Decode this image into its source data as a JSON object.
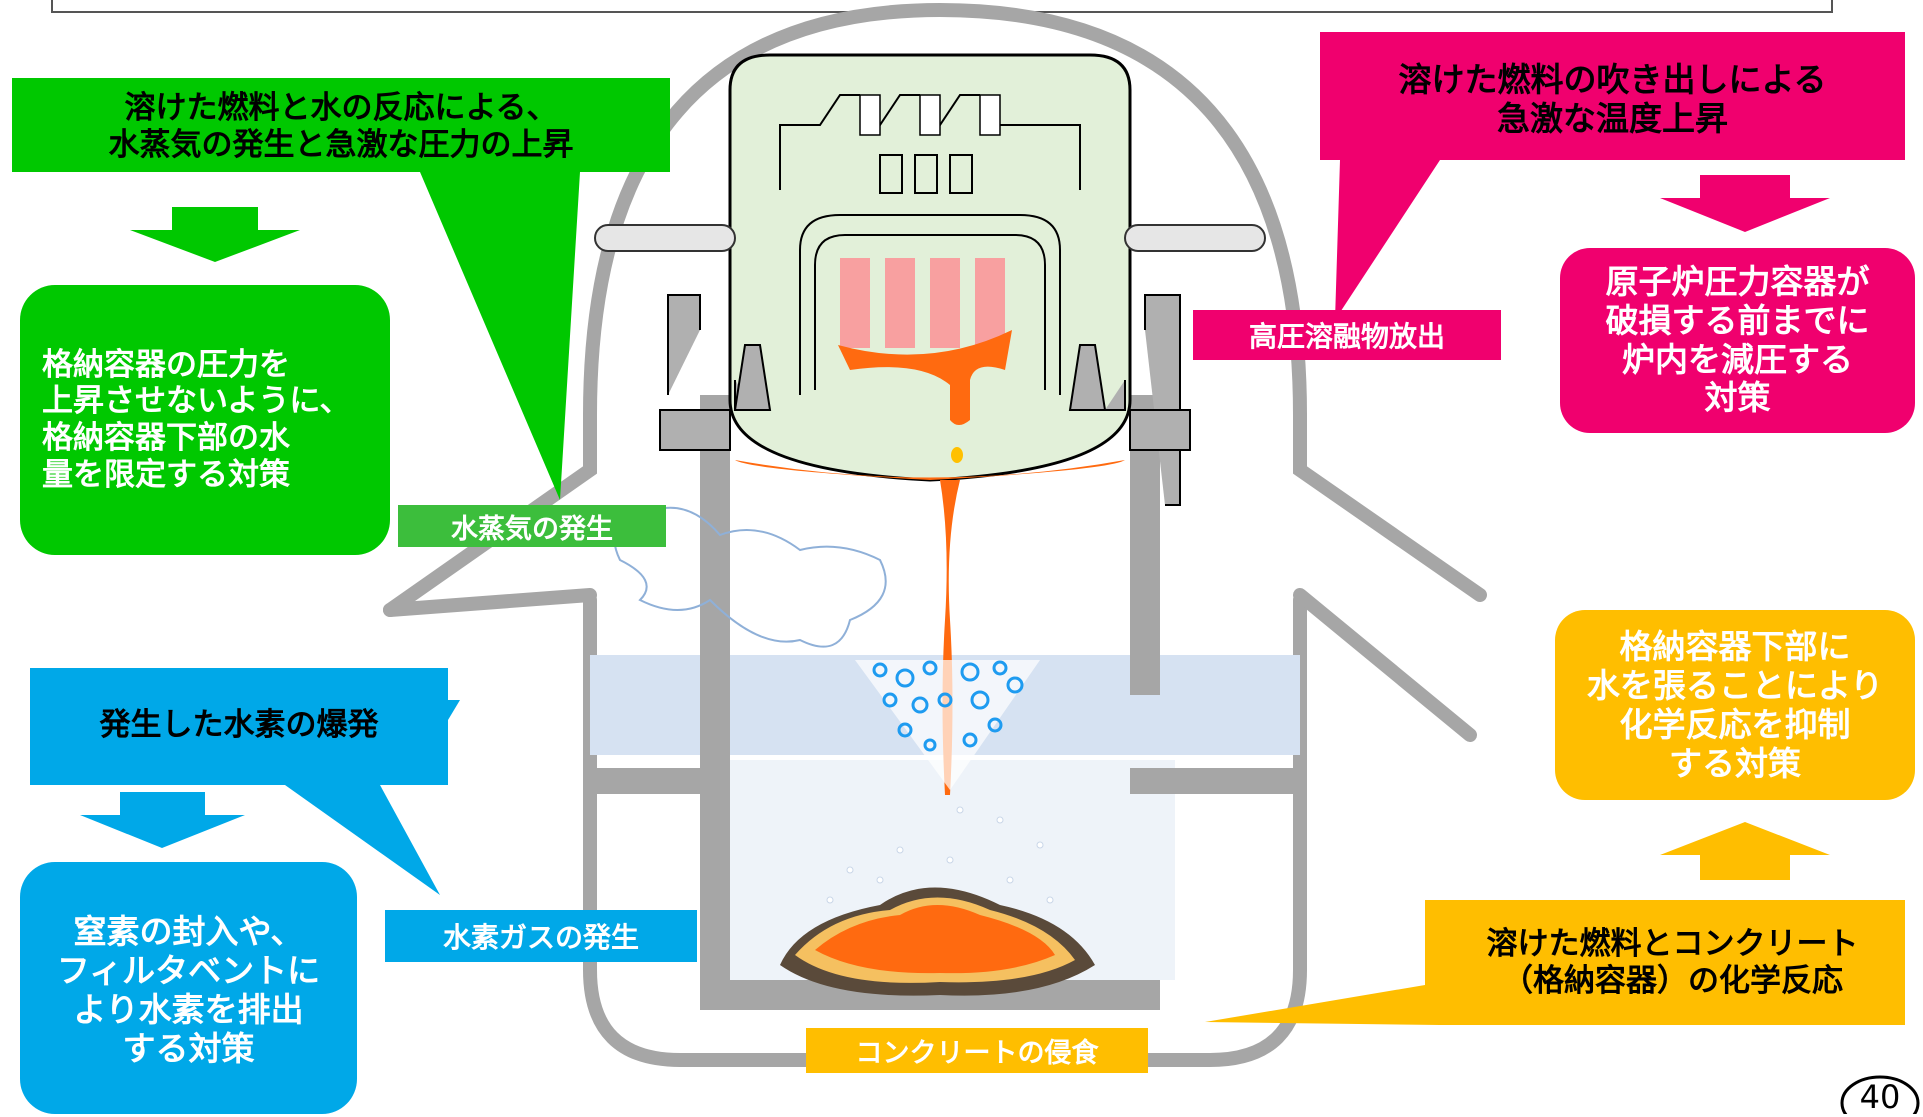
{
  "callouts": {
    "steam_reaction": "溶けた燃料と水の反応による、\n水蒸気の発生と急激な圧力の上昇",
    "melt_ejection": "溶けた燃料の吹き出しによる\n急激な温度上昇",
    "hydrogen_explosion": "発生した水素の爆発",
    "concrete_reaction": "溶けた燃料とコンクリート\n（格納容器）の化学反応"
  },
  "countermeasures": {
    "limit_water": "格納容器の圧力を\n上昇させないように、\n格納容器下部の水\n量を限定する対策",
    "depressurize": "原子炉圧力容器が\n破損する前までに\n炉内を減圧する\n対策",
    "hydrogen_venting": "窒素の封入や、\nフィルタベントに\nより水素を排出\nする対策",
    "water_pool": "格納容器下部に\n水を張ることにより\n化学反応を抑制\nする対策"
  },
  "labels": {
    "steam_generation": "水蒸気の発生",
    "high_pressure_ejection": "高圧溶融物放出",
    "hydrogen_generation": "水素ガスの発生",
    "concrete_erosion": "コンクリートの侵食"
  },
  "page_number": "40",
  "colors": {
    "green": "#00C800",
    "green_label": "#3CBE3C",
    "magenta": "#F0006E",
    "cyan": "#00A8E8",
    "yellow": "#FFBE00",
    "vessel_gray": "#A6A6A6",
    "rpv_fill": "#E2F0D9",
    "molten_orange": "#FF6A10",
    "water_blue": "#D6E2F2"
  }
}
